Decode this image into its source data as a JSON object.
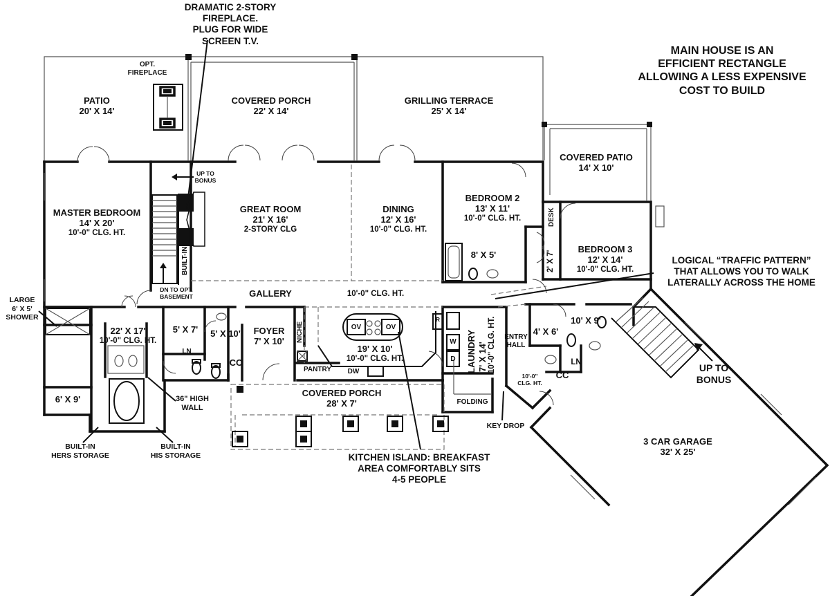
{
  "rooms": {
    "patio": {
      "name": "PATIO",
      "size": "20' X 14'"
    },
    "opt_fireplace": {
      "line1": "OPT.",
      "line2": "FIREPLACE"
    },
    "covered_porch_rear": {
      "name": "COVERED PORCH",
      "size": "22' X 14'"
    },
    "grilling_terrace": {
      "name": "GRILLING TERRACE",
      "size": "25' X 14'"
    },
    "covered_patio": {
      "name": "COVERED PATIO",
      "size": "14' X 10'"
    },
    "master_bedroom": {
      "name": "MASTER BEDROOM",
      "size": "14' X 20'",
      "ceiling": "10'-0\" CLG. HT."
    },
    "great_room": {
      "name": "GREAT ROOM",
      "size": "21' X 16'",
      "ceiling": "2-STORY CLG"
    },
    "dining": {
      "name": "DINING",
      "size": "12' X 16'",
      "ceiling": "10'-0\" CLG. HT."
    },
    "bedroom2": {
      "name": "BEDROOM 2",
      "size": "13' X 11'",
      "ceiling": "10'-0\" CLG. HT."
    },
    "bedroom3": {
      "name": "BEDROOM 3",
      "size": "12' X 14'",
      "ceiling": "10'-0\" CLG. HT."
    },
    "bath2": {
      "size": "8' X 5'"
    },
    "desk": {
      "name": "DESK"
    },
    "closet_2x7": {
      "size": "2' X 7'"
    },
    "gallery": {
      "name": "GALLERY",
      "ceiling": "10'-0\" CLG. HT."
    },
    "master_bath": {
      "size": "22' X 17'",
      "ceiling": "10'-0\" CLG. HT."
    },
    "wc_5x7": {
      "size": "5' X 7'"
    },
    "powder_5x10": {
      "size": "5' X 10'"
    },
    "foyer": {
      "name": "FOYER",
      "size": "7' X 10'"
    },
    "niche": {
      "name": "NICHE"
    },
    "kitchen": {
      "size": "19' X 10'",
      "ceiling": "10'-0\" CLG. HT."
    },
    "pantry": {
      "name": "PANTRY"
    },
    "laundry": {
      "name": "LAUNDRY",
      "size": "7' X 14'",
      "ceiling": "10'-0\" CLG. HT."
    },
    "entry_hall": {
      "line1": "ENTRY",
      "line2": "HALL"
    },
    "hall_ceiling": {
      "line1": "10'-0\"",
      "line2": "CLG. HT."
    },
    "bath_4x6": {
      "size": "4' X 6'"
    },
    "bath_10x9": {
      "size": "10' X 9'"
    },
    "closet_6x9": {
      "size": "6' X 9'"
    },
    "covered_porch_front": {
      "name": "COVERED PORCH",
      "size": "28' X 7'"
    },
    "garage": {
      "name": "3 CAR GARAGE",
      "size": "32' X 25'"
    },
    "folding": {
      "name": "FOLDING"
    }
  },
  "small_labels": {
    "up_to_bonus_stair": {
      "line1": "UP TO",
      "line2": "BONUS"
    },
    "dn_to_basement": {
      "line1": "DN TO OPT.",
      "line2": "BASEMENT"
    },
    "built_in": "BUILT-IN",
    "ln_master": "LN",
    "ln_right": "LN",
    "cc_foyer": "CC",
    "cc_right": "CC",
    "ov1": "OV",
    "ov2": "OV",
    "r": "R",
    "w": "W",
    "d": "D",
    "dw": "DW"
  },
  "callouts": {
    "fireplace": [
      "DRAMATIC 2-STORY",
      "FIREPLACE.",
      "PLUG FOR WIDE",
      "SCREEN T.V."
    ],
    "rectangle": [
      "MAIN HOUSE IS AN",
      "EFFICIENT RECTANGLE",
      "ALLOWING A LESS EXPENSIVE",
      "COST TO BUILD"
    ],
    "traffic": [
      "LOGICAL “TRAFFIC PATTERN”",
      "THAT ALLOWS YOU TO WALK",
      "LATERALLY ACROSS THE HOME"
    ],
    "shower": [
      "LARGE",
      "6' X 5'",
      "SHOWER"
    ],
    "high_wall": [
      "36\" HIGH",
      "WALL"
    ],
    "hers_storage": [
      "BUILT-IN",
      "HERS STORAGE"
    ],
    "his_storage": [
      "BUILT-IN",
      "HIS STORAGE"
    ],
    "kitchen_island": [
      "KITCHEN ISLAND: BREAKFAST",
      "AREA COMFORTABLY SITS",
      "4-5 PEOPLE"
    ],
    "key_drop": [
      "KEY DROP"
    ],
    "up_to_bonus_garage": [
      "UP TO",
      "BONUS"
    ]
  }
}
